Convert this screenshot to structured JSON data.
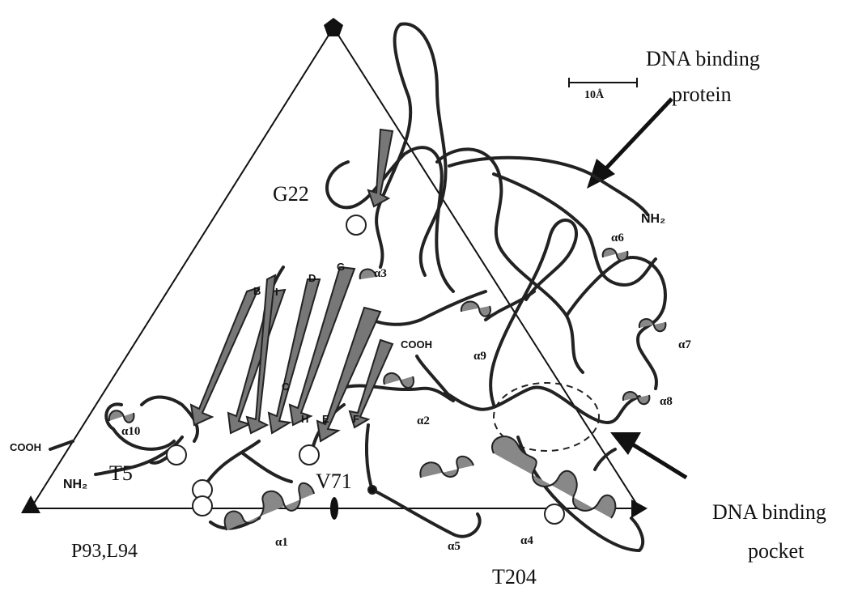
{
  "labels": {
    "dna_binding_protein_line1": "DNA binding",
    "dna_binding_protein_line2": "protein",
    "scale_bar": "10Å",
    "dna_binding_pocket_line1": "DNA binding",
    "dna_binding_pocket_line2": "pocket",
    "g22": "G22",
    "t5": "T5",
    "v71": "V71",
    "p93_l94": "P93,L94",
    "t204": "T204",
    "nh2_right": "NH₂",
    "nh2_left": "NH₂",
    "cooh_left": "COOH",
    "cooh_center": "COOH"
  },
  "helices": [
    "α1",
    "α2",
    "α3",
    "α4",
    "α5",
    "α6",
    "α7",
    "α8",
    "α9",
    "α10"
  ],
  "strands": [
    "B",
    "I",
    "D",
    "C",
    "G",
    "H",
    "E",
    "F"
  ]
}
